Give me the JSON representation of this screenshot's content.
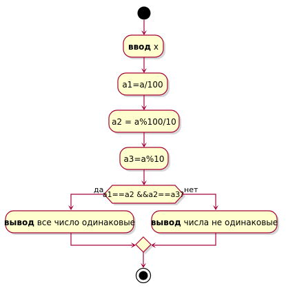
{
  "colors": {
    "node_fill": "#FEFECE",
    "node_stroke": "#A80036",
    "edge": "#A80036",
    "start_end": "#000000"
  },
  "nodes": {
    "input": {
      "keyword": "ввод",
      "text": " x"
    },
    "a1": {
      "text": "a1=a/100"
    },
    "a2": {
      "text": "a2 = a%100/10"
    },
    "a3": {
      "text": "a3=a%10"
    },
    "decision": {
      "text": "a1==a2 &&a2==a3?"
    },
    "output_yes": {
      "keyword": "вывод",
      "text": " все число одинаковые"
    },
    "output_no": {
      "keyword": "вывод",
      "text": " числа не одинаковые"
    }
  },
  "branches": {
    "yes": "да",
    "no": "нет"
  }
}
